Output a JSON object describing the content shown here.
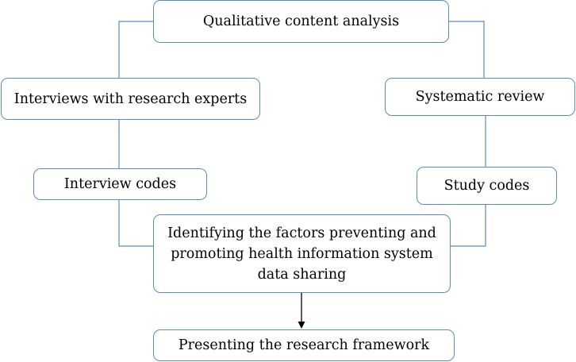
{
  "diagram": {
    "nodes": {
      "qualitative_content_analysis": "Qualitative content analysis",
      "interviews_with_research_experts": "Interviews with research experts",
      "systematic_review": "Systematic review",
      "interview_codes": "Interview codes",
      "study_codes": "Study codes",
      "identifying_factors": "Identifying the factors preventing and promoting health information system data sharing",
      "presenting_framework": "Presenting the research framework"
    },
    "colors": {
      "box_border": "#5b8bc4",
      "connector": "#5b8bc4",
      "arrow": "#000000",
      "text": "#000000",
      "background": "#ffffff"
    }
  }
}
